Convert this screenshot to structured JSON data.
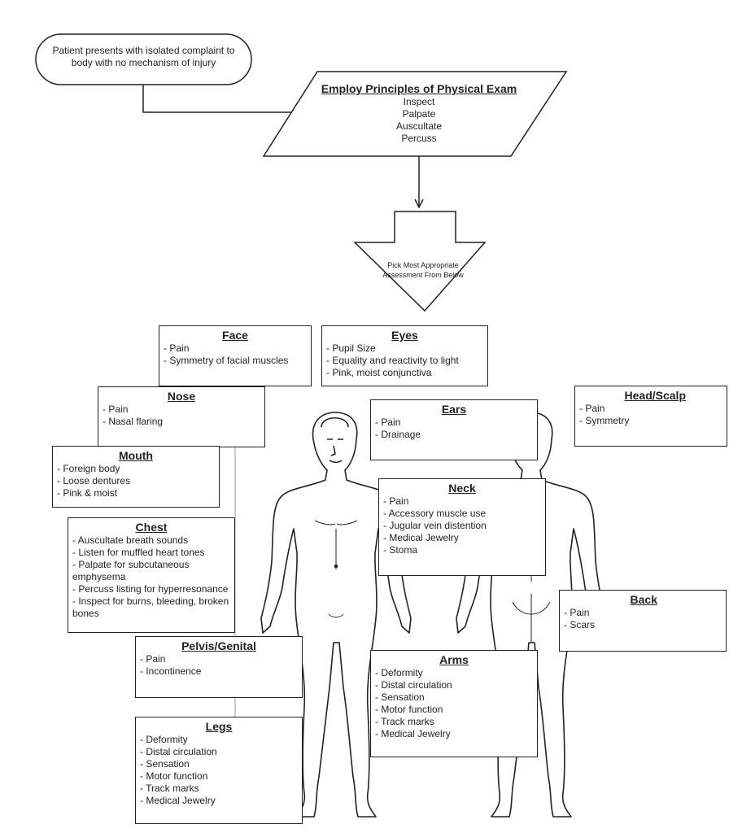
{
  "start": {
    "line1": "Patient presents with isolated complaint to",
    "line2": "body with no mechanism of injury"
  },
  "exam": {
    "title": "Employ Principles of Physical Exam",
    "steps": [
      "Inspect",
      "Palpate",
      "Auscultate",
      "Percuss"
    ]
  },
  "pick": {
    "line1": "Pick Most Appropriate",
    "line2": "Assessment From Below"
  },
  "boxes": {
    "face": {
      "title": "Face",
      "items": [
        "Pain",
        "Symmetry of facial muscles"
      ]
    },
    "eyes": {
      "title": "Eyes",
      "items": [
        "Pupil Size",
        "Equality and reactivity to light",
        "Pink, moist conjunctiva"
      ]
    },
    "nose": {
      "title": "Nose",
      "items": [
        "Pain",
        "Nasal flaring"
      ]
    },
    "ears": {
      "title": "Ears",
      "items": [
        "Pain",
        "Drainage"
      ]
    },
    "head": {
      "title": "Head/Scalp",
      "items": [
        "Pain",
        "Symmetry"
      ]
    },
    "mouth": {
      "title": "Mouth",
      "items": [
        "Foreign body",
        "Loose dentures",
        "Pink & moist"
      ]
    },
    "neck": {
      "title": "Neck",
      "items": [
        "Pain",
        "Accessory muscle use",
        "Jugular vein distention",
        "Medical Jewelry",
        "Stoma"
      ]
    },
    "chest": {
      "title": "Chest",
      "items": [
        "Auscultate breath sounds",
        "Listen for muffled heart tones",
        "Palpate for subcutaneous emphysema",
        "Percuss listing for hyperresonance",
        "Inspect for burns, bleeding, broken bones"
      ]
    },
    "back": {
      "title": "Back",
      "items": [
        "Pain",
        "Scars"
      ]
    },
    "pelvis": {
      "title": "Pelvis/Genital",
      "items": [
        "Pain",
        "Incontinence"
      ]
    },
    "arms": {
      "title": "Arms",
      "items": [
        "Deformity",
        "Distal circulation",
        "Sensation",
        "Motor function",
        "Track marks",
        "Medical Jewelry"
      ]
    },
    "legs": {
      "title": "Legs",
      "items": [
        "Deformity",
        "Distal circulation",
        "Sensation",
        "Motor function",
        "Track marks",
        "Medical Jewelry"
      ]
    }
  }
}
